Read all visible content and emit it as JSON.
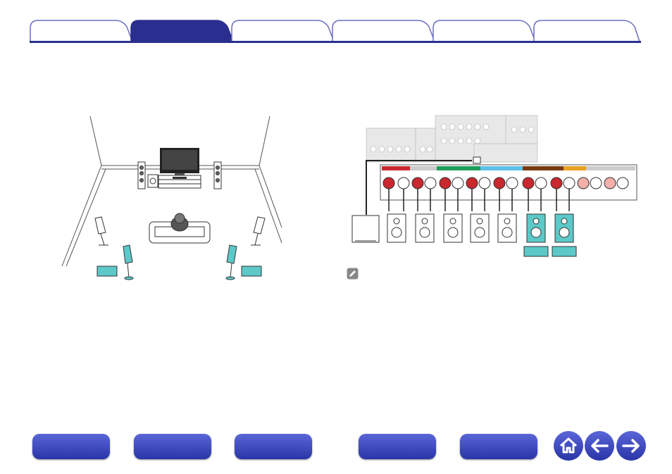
{
  "tabs": [
    {
      "label": "",
      "active": false
    },
    {
      "label": "",
      "active": true
    },
    {
      "label": "",
      "active": false
    },
    {
      "label": "",
      "active": false
    },
    {
      "label": "",
      "active": false
    },
    {
      "label": "",
      "active": false
    }
  ],
  "colors": {
    "accent": "#2a2f8f",
    "tab_inactive_border": "#6a6fc0",
    "highlight": "#5cc8c8",
    "button": "#3a45b8"
  },
  "bottom_nav": [
    {
      "label": "",
      "icon": "rounded-button"
    },
    {
      "label": "",
      "icon": "rounded-button"
    },
    {
      "label": "",
      "icon": "rounded-button"
    },
    {
      "label": "",
      "icon": "rounded-button"
    },
    {
      "label": "",
      "icon": "rounded-button"
    }
  ],
  "round_nav": [
    {
      "icon": "home-icon"
    },
    {
      "icon": "arrow-left-icon"
    },
    {
      "icon": "arrow-right-icon"
    }
  ]
}
